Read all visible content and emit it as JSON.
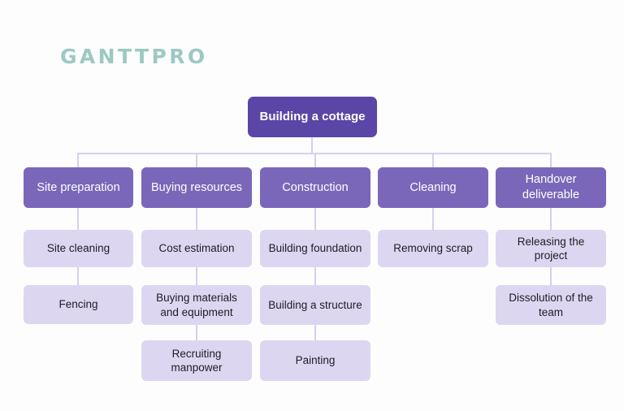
{
  "brand": {
    "logo_text": "GANTTPRO",
    "logo_color": "#9cc9c1"
  },
  "colors": {
    "background": "#fdfdfe",
    "root_node": "#5b45a6",
    "branch_node": "#7a67b9",
    "leaf_node": "#ddd6f1",
    "connector": "#d6cfed",
    "root_text": "#ffffff",
    "branch_text": "#ffffff",
    "leaf_text": "#1d1d23"
  },
  "chart_data": {
    "type": "diagram",
    "diagram_type": "work-breakdown-structure",
    "title": "Building a cottage",
    "root": {
      "label": "Building a cottage",
      "level": 0
    },
    "branches": [
      {
        "label": "Site preparation",
        "level": 1,
        "children": [
          {
            "label": "Site cleaning",
            "level": 2
          },
          {
            "label": "Fencing",
            "level": 2
          }
        ]
      },
      {
        "label": "Buying resources",
        "level": 1,
        "children": [
          {
            "label": "Cost estimation",
            "level": 2
          },
          {
            "label": "Buying materials and equipment",
            "level": 2
          },
          {
            "label": "Recruiting manpower",
            "level": 2
          }
        ]
      },
      {
        "label": "Construction",
        "level": 1,
        "children": [
          {
            "label": "Building foundation",
            "level": 2
          },
          {
            "label": "Building a structure",
            "level": 2
          },
          {
            "label": "Painting",
            "level": 2
          }
        ]
      },
      {
        "label": "Cleaning",
        "level": 1,
        "children": [
          {
            "label": "Removing scrap",
            "level": 2
          }
        ]
      },
      {
        "label": "Handover deliverable",
        "level": 1,
        "children": [
          {
            "label": "Releasing the project",
            "level": 2
          },
          {
            "label": "Dissolution of the team",
            "level": 2
          }
        ]
      }
    ]
  }
}
